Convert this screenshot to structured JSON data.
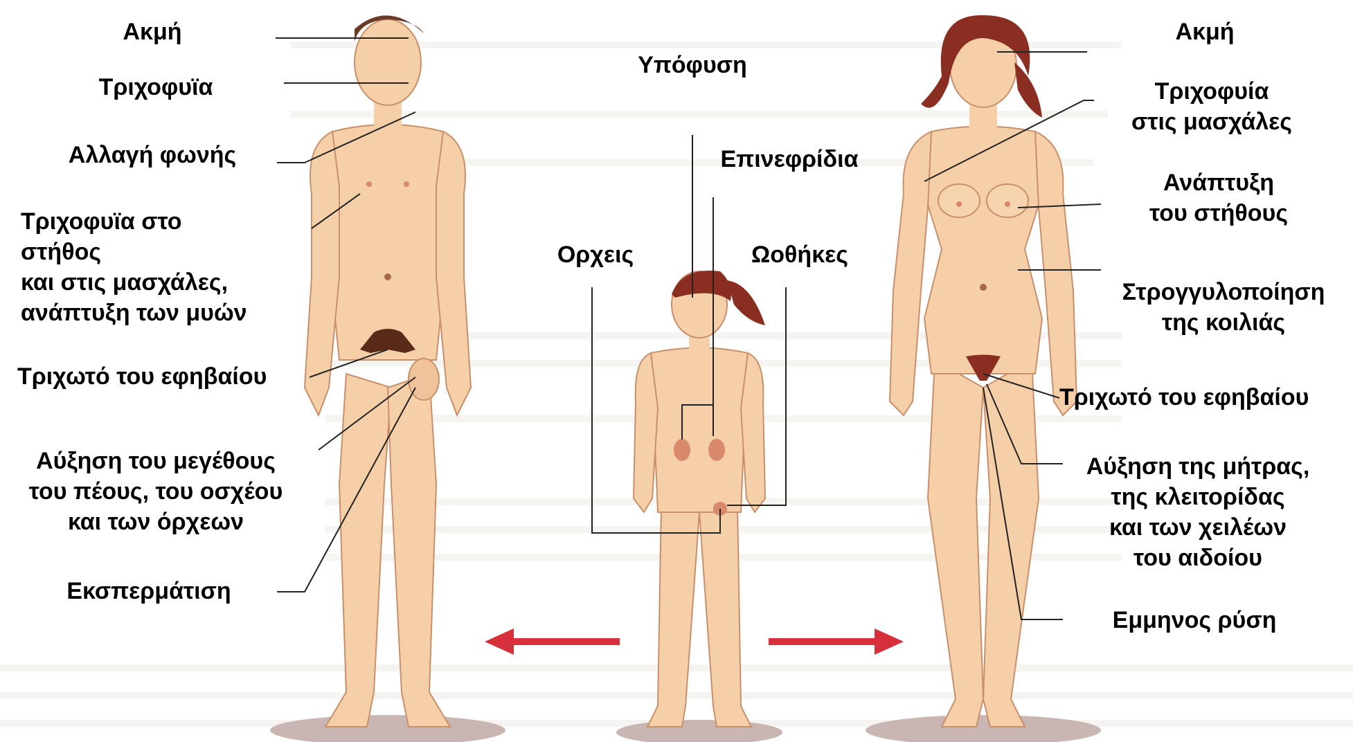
{
  "colors": {
    "skin": "#f4cfa8",
    "skin_shadow": "#e2b38a",
    "hair_male": "#6b3a26",
    "hair_female": "#8a2e22",
    "pubic": "#5a2a18",
    "organ": "#d88a6a",
    "arrow": "#d6303a",
    "line": "#222222",
    "bg_page": "#f1eeea"
  },
  "labels": {
    "m_akmi": "Ακμή",
    "m_trichofyia": "Τριχοφυϊα",
    "m_fonh": "Αλλαγή φωνής",
    "m_chest_1": "Τριχοφυϊα στο",
    "m_chest_2": "στήθος",
    "m_chest_3": "και στις μασχάλες,",
    "m_chest_4": "ανάπτυξη των μυών",
    "m_pubic": "Τριχωτό του εφηβαίου",
    "m_size_1": "Αύξηση του μεγέθους",
    "m_size_2": "του πέους, του οσχέου",
    "m_size_3": "και των όρχεων",
    "m_ejac": "Εκσπερμάτιση",
    "c_ypofysi": "Υπόφυση",
    "c_epinef": "Επινεφρίδια",
    "c_orxeis": "Ορχεις",
    "c_oothikes": "Ωοθήκες",
    "f_akmi": "Ακμή",
    "f_armpit_1": "Τριχοφυία",
    "f_armpit_2": "στις μασχάλες",
    "f_breast_1": "Ανάπτυξη",
    "f_breast_2": "του στήθους",
    "f_belly_1": "Στρογγυλοποίηση",
    "f_belly_2": "της κοιλιάς",
    "f_pubic": "Τριχωτό του εφηβαίου",
    "f_uterus_1": "Αύξηση της μήτρας,",
    "f_uterus_2": "της κλειτορίδας",
    "f_uterus_3": "και των χειλέων",
    "f_uterus_4": "του αιδοίου",
    "f_menses": "Εμμηνος ρύση"
  }
}
